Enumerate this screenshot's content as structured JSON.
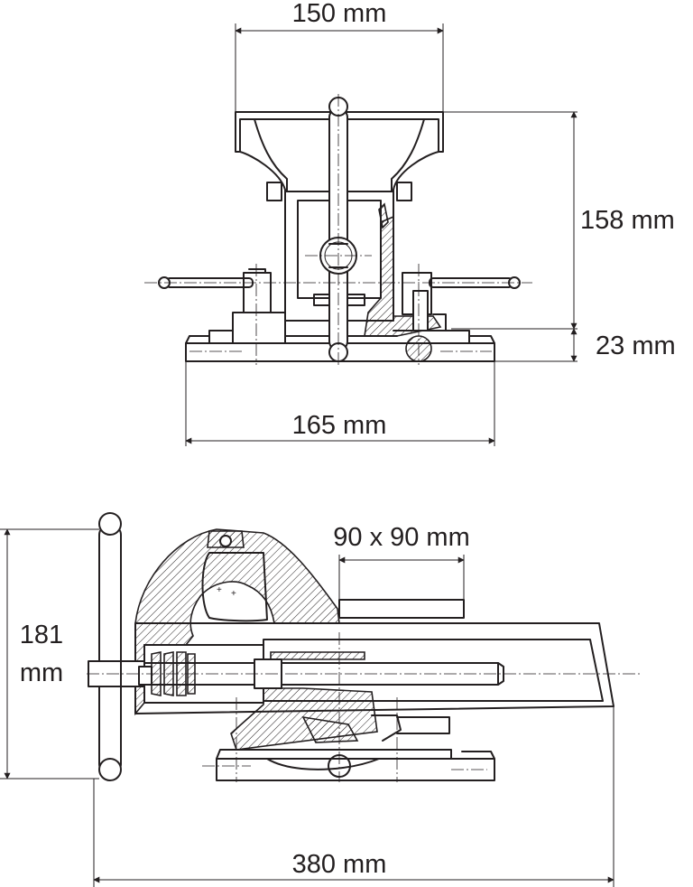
{
  "dimensions": {
    "top_jaw_width": "150 mm",
    "top_height": "158 mm",
    "base_height": "23 mm",
    "base_width": "165 mm",
    "anvil_size": "90 x 90 mm",
    "overall_height_line1": "181",
    "overall_height_line2": "mm",
    "overall_length": "380 mm"
  },
  "colors": {
    "line": "#231f20",
    "background": "#ffffff"
  }
}
